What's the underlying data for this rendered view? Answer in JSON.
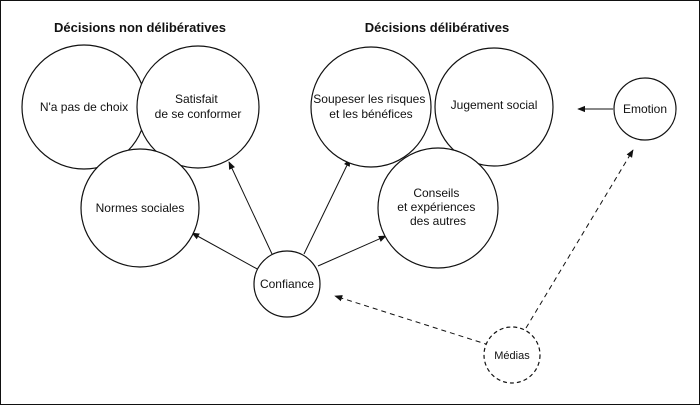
{
  "headings": {
    "left": "Décisions non délibératives",
    "right": "Décisions délibératives"
  },
  "nodes": {
    "pas_choix": [
      "N'a pas de choix"
    ],
    "satisfait": [
      "Satisfait",
      "de se conformer"
    ],
    "normes": [
      "Normes sociales"
    ],
    "soupeser": [
      "Soupeser les risques",
      "et les bénéfices"
    ],
    "jugement": [
      "Jugement social"
    ],
    "conseils": [
      "Conseils",
      "et expériences",
      "des autres"
    ],
    "confiance": [
      "Confiance"
    ],
    "emotion": [
      "Emotion"
    ],
    "medias": [
      "Médias"
    ]
  }
}
